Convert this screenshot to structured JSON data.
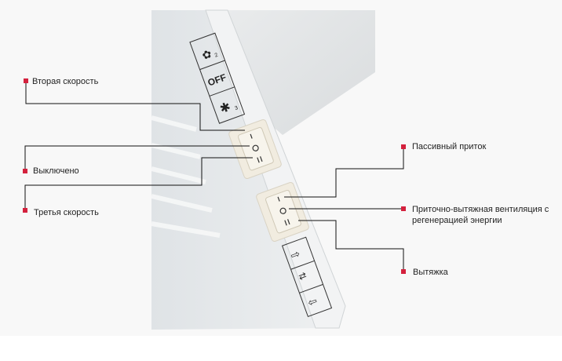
{
  "device_labels": {
    "speed2": "2",
    "off": "OFF",
    "speed3": "3",
    "switch_positions": [
      "I",
      "O",
      "II"
    ]
  },
  "callouts": {
    "second_speed": "Вторая скорость",
    "off": "Выключено",
    "third_speed": "Третья скорость",
    "passive_inflow": "Пассивный приток",
    "recuperation_line1": "Приточно-вытяжная вентиляция с",
    "recuperation_line2": "регенерацией энергии",
    "exhaust": "Вытяжка"
  },
  "colors": {
    "marker": "#d4213d",
    "line": "#111111",
    "background": "#f8f8f8"
  }
}
